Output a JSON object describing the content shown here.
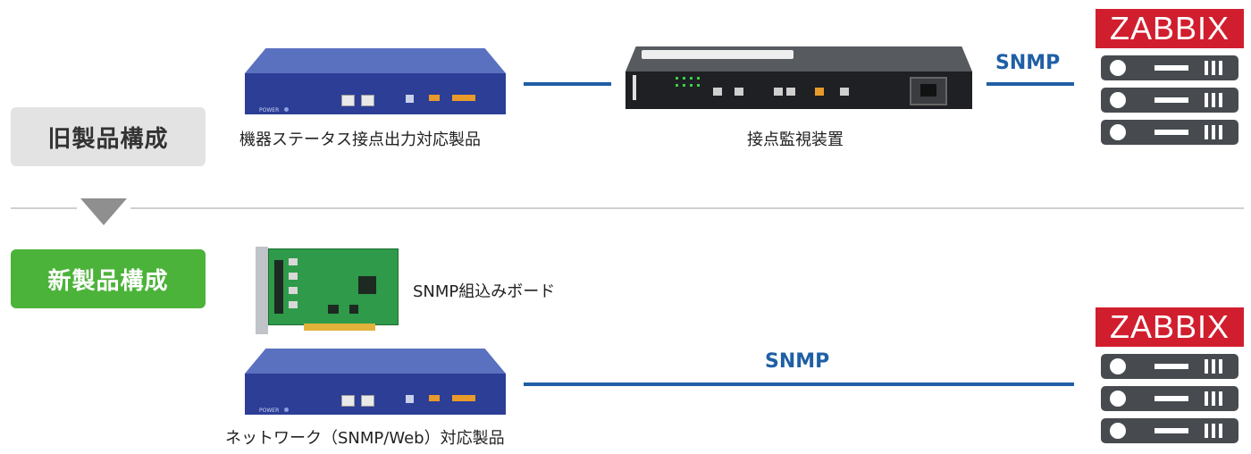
{
  "old_section": {
    "badge": "旧製品構成",
    "device1_label": "機器ステータス接点出力対応製品",
    "device2_label": "接点監視装置",
    "protocol": "SNMP",
    "server_logo": "ZABBIX"
  },
  "new_section": {
    "badge": "新製品構成",
    "board_label": "SNMP組込みボード",
    "device_label": "ネットワーク（SNMP/Web）対応製品",
    "protocol": "SNMP",
    "server_logo": "ZABBIX"
  },
  "colors": {
    "old_badge_bg": "#e3e3e3",
    "new_badge_bg": "#4cb33a",
    "connection": "#1f5fa5",
    "zabbix_red": "#d11e2e",
    "server_gray": "#474b50"
  },
  "icons": [
    "blue-network-device",
    "contact-monitor-device",
    "snmp-board",
    "zabbix-server-icon",
    "down-arrow-icon"
  ]
}
